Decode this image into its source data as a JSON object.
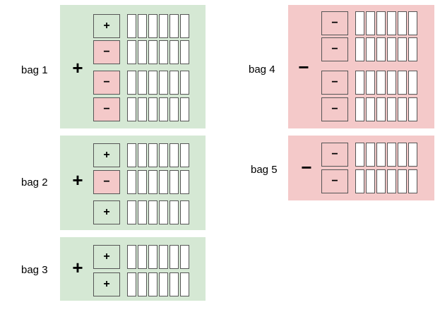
{
  "colors": {
    "positive_fill": "#d5e8d4",
    "negative_fill": "#f4c9c9",
    "box_border": "#555555",
    "feature_fill": "#ffffff"
  },
  "bags": [
    {
      "label": "bag 1",
      "sign": "+",
      "instances": [
        "+",
        "−",
        "−",
        "−"
      ]
    },
    {
      "label": "bag 2",
      "sign": "+",
      "instances": [
        "+",
        "−",
        "+"
      ]
    },
    {
      "label": "bag 3",
      "sign": "+",
      "instances": [
        "+",
        "+"
      ]
    },
    {
      "label": "bag 4",
      "sign": "−",
      "instances": [
        "−",
        "−",
        "−",
        "−"
      ]
    },
    {
      "label": "bag 5",
      "sign": "−",
      "instances": [
        "−",
        "−"
      ]
    }
  ]
}
